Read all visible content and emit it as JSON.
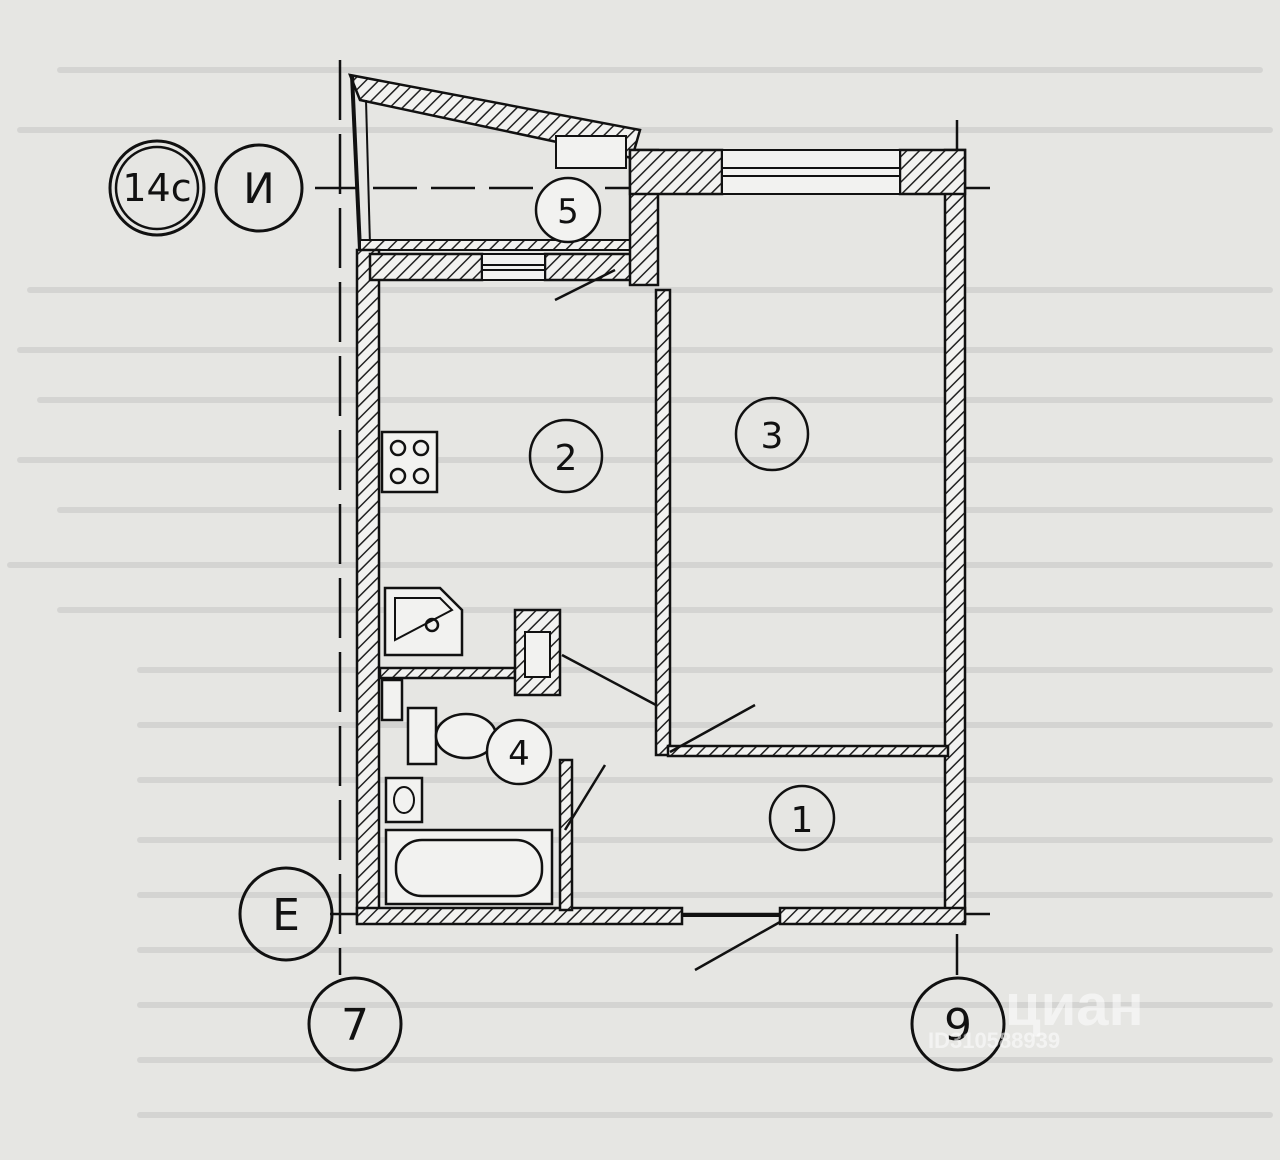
{
  "axes": {
    "row_top": "И",
    "row_top_ref": "14с",
    "row_bottom": "Е",
    "col_left": "7",
    "col_right": "9"
  },
  "rooms": {
    "room_1": "1",
    "room_2": "2",
    "room_3": "3",
    "room_4": "4",
    "room_5": "5"
  },
  "watermark": {
    "brand": "циан",
    "id": "ID310588939"
  },
  "colors": {
    "background": "#e6e6e3",
    "ink": "#111111",
    "hatch": "#222222"
  }
}
